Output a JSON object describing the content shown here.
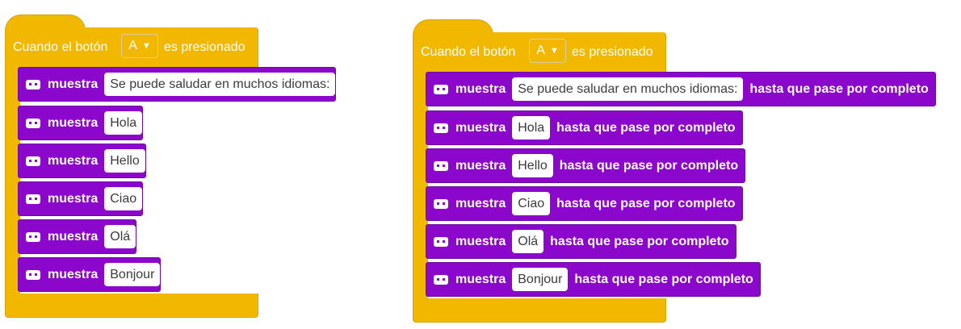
{
  "colors": {
    "event": "#f2b800",
    "display": "#8c07cc"
  },
  "left_script": {
    "hat": {
      "prefix": "Cuando el botón",
      "button": "A",
      "suffix": "es presionado"
    },
    "blocks": [
      {
        "keyword": "muestra",
        "value": "Se puede saludar en muchos idiomas:"
      },
      {
        "keyword": "muestra",
        "value": "Hola"
      },
      {
        "keyword": "muestra",
        "value": "Hello"
      },
      {
        "keyword": "muestra",
        "value": "Ciao"
      },
      {
        "keyword": "muestra",
        "value": "Olá"
      },
      {
        "keyword": "muestra",
        "value": "Bonjour"
      }
    ]
  },
  "right_script": {
    "hat": {
      "prefix": "Cuando el botón",
      "button": "A",
      "suffix": "es presionado"
    },
    "blocks": [
      {
        "keyword": "muestra",
        "value": "Se puede saludar en muchos idiomas:",
        "suffix": "hasta que pase por completo"
      },
      {
        "keyword": "muestra",
        "value": "Hola",
        "suffix": "hasta que pase por completo"
      },
      {
        "keyword": "muestra",
        "value": "Hello",
        "suffix": "hasta que pase por completo"
      },
      {
        "keyword": "muestra",
        "value": "Ciao",
        "suffix": "hasta que pase por completo"
      },
      {
        "keyword": "muestra",
        "value": "Olá",
        "suffix": "hasta que pase por completo"
      },
      {
        "keyword": "muestra",
        "value": "Bonjour",
        "suffix": "hasta que pase por completo"
      }
    ]
  },
  "icons": {
    "display_block": "robot-face-icon",
    "dropdown": "caret-down-icon"
  }
}
